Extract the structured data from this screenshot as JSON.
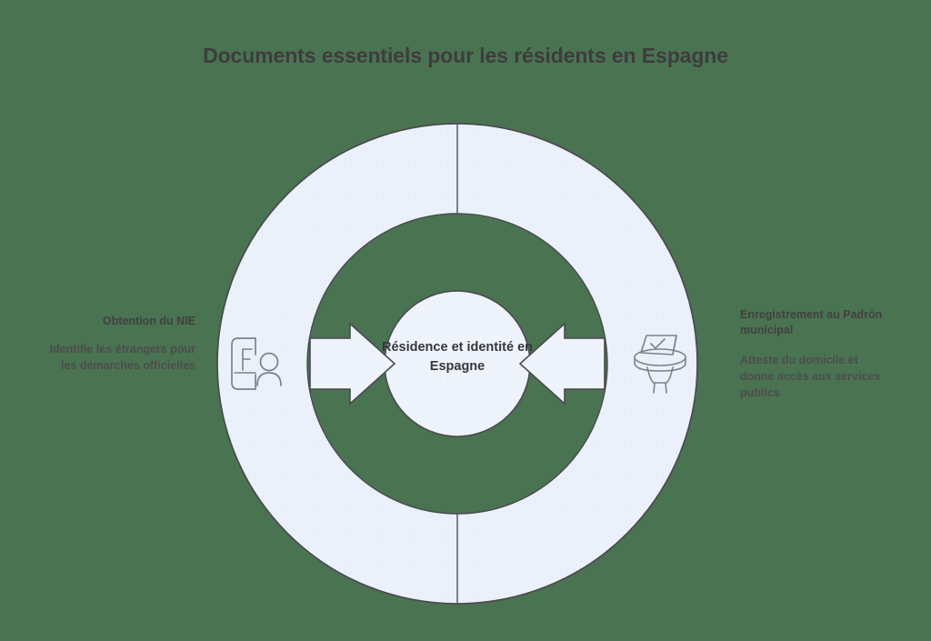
{
  "title": "Documents essentiels pour les résidents en Espagne",
  "center": {
    "label": "Résidence et identité en Espagne"
  },
  "left": {
    "heading": "Obtention du NIE",
    "description": "Identifie les étrangers pour les démarches officielles",
    "icon": "id-card-person-icon",
    "icon_letter": "F"
  },
  "right": {
    "heading": "Enregistrement au Padrón municipal",
    "description": "Atteste du domicile et donne accès aux services publics",
    "icon": "ballot-box-check-icon"
  },
  "colors": {
    "background": "#4a7352",
    "ring_fill": "#eaf1fa",
    "ring_stroke": "#4a4a4f",
    "center_fill": "#eef3fb",
    "title_text": "#3d3d3d",
    "body_text": "#4a4a4a",
    "icon_stroke": "#7b8190"
  },
  "chart_data": {
    "type": "diagram",
    "layout": "concentric-rings-with-converging-arrows",
    "title": "Documents essentiels pour les résidents en Espagne",
    "hub": "Résidence et identité en Espagne",
    "inputs": [
      {
        "side": "left",
        "label": "Obtention du NIE",
        "detail": "Identifie les étrangers pour les démarches officielles",
        "arrow": "right"
      },
      {
        "side": "right",
        "label": "Enregistrement au Padrón municipal",
        "detail": "Atteste du domicile et donne accès aux services publics",
        "arrow": "left"
      }
    ],
    "rings": 2,
    "segments": 2,
    "divider_orientation": "vertical"
  }
}
